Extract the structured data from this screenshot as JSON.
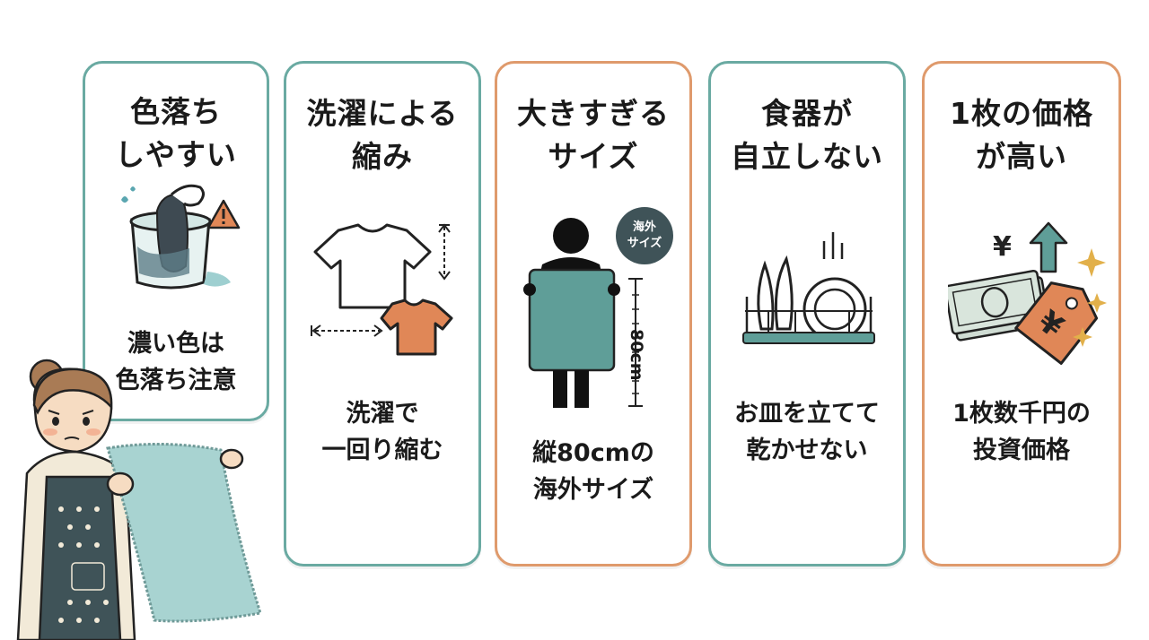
{
  "cards": [
    {
      "title": [
        "色落ち",
        "しやすい"
      ],
      "caption": [
        "濃い色は",
        "色落ち注意"
      ],
      "accent": "#6aaaa2"
    },
    {
      "title": [
        "洗濯による",
        "縮み"
      ],
      "caption": [
        "洗濯で",
        "一回り縮む"
      ],
      "accent": "#6aaaa2"
    },
    {
      "title": [
        "大きすぎる",
        "サイズ"
      ],
      "caption": [
        "縦80cmの",
        "海外サイズ"
      ],
      "accent": "#df9a6c",
      "badge": [
        "海外",
        "サイズ"
      ],
      "measure_label": "80cm"
    },
    {
      "title": [
        "食器が",
        "自立しない"
      ],
      "caption": [
        "お皿を立てて",
        "乾かせない"
      ],
      "accent": "#6aaaa2"
    },
    {
      "title": [
        "1枚の価格",
        "が高い"
      ],
      "caption": [
        "1枚数千円の",
        "投資価格"
      ],
      "accent": "#df9a6c"
    }
  ],
  "colors": {
    "teal": "#6aaaa2",
    "orange": "#df9a6c",
    "teal_fill": "#5f9e98",
    "orange_fill": "#e08757"
  },
  "icons": [
    "dye-bleed-icon",
    "warning-icon",
    "shrinking-shirt-icon",
    "person-holding-towel-icon",
    "dish-rack-icon",
    "money-price-tag-icon",
    "worried-woman-illustration"
  ]
}
